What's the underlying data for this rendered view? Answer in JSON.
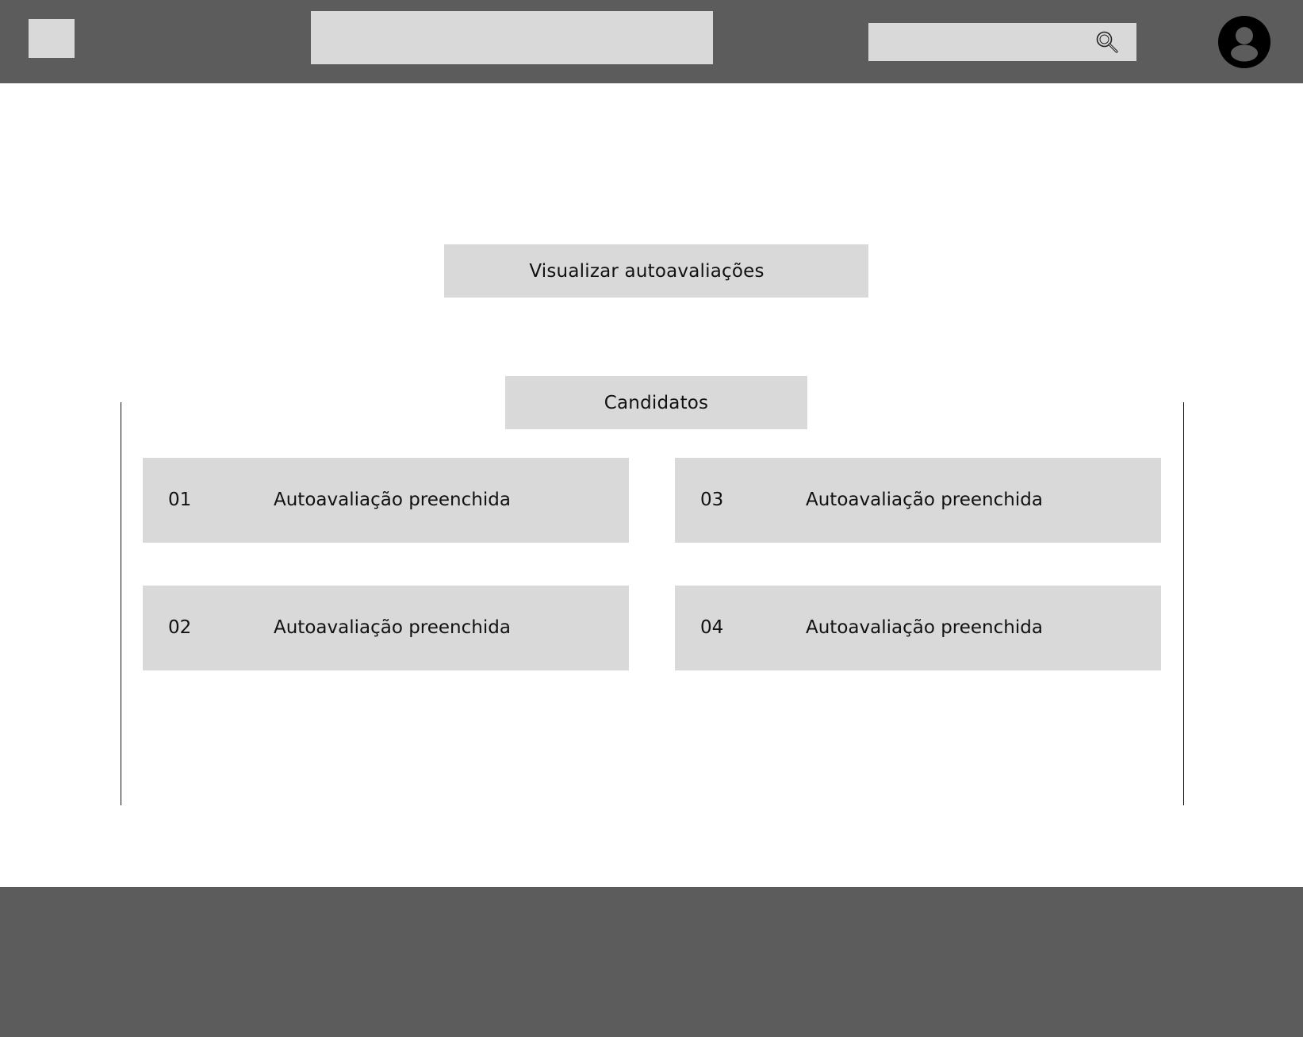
{
  "header": {
    "logo_icon": "logo-placeholder",
    "search_icon": "search-icon",
    "avatar_icon": "user-avatar-icon",
    "background_color": "#5c5c5c",
    "placeholder_color": "#d9d9d9"
  },
  "main": {
    "view_button_label": "Visualizar autoavaliações",
    "candidates_title": "Candidatos",
    "candidates": [
      {
        "number": "01",
        "status": "Autoavaliação preenchida"
      },
      {
        "number": "02",
        "status": "Autoavaliação preenchida"
      },
      {
        "number": "03",
        "status": "Autoavaliação preenchida"
      },
      {
        "number": "04",
        "status": "Autoavaliação preenchida"
      }
    ]
  }
}
